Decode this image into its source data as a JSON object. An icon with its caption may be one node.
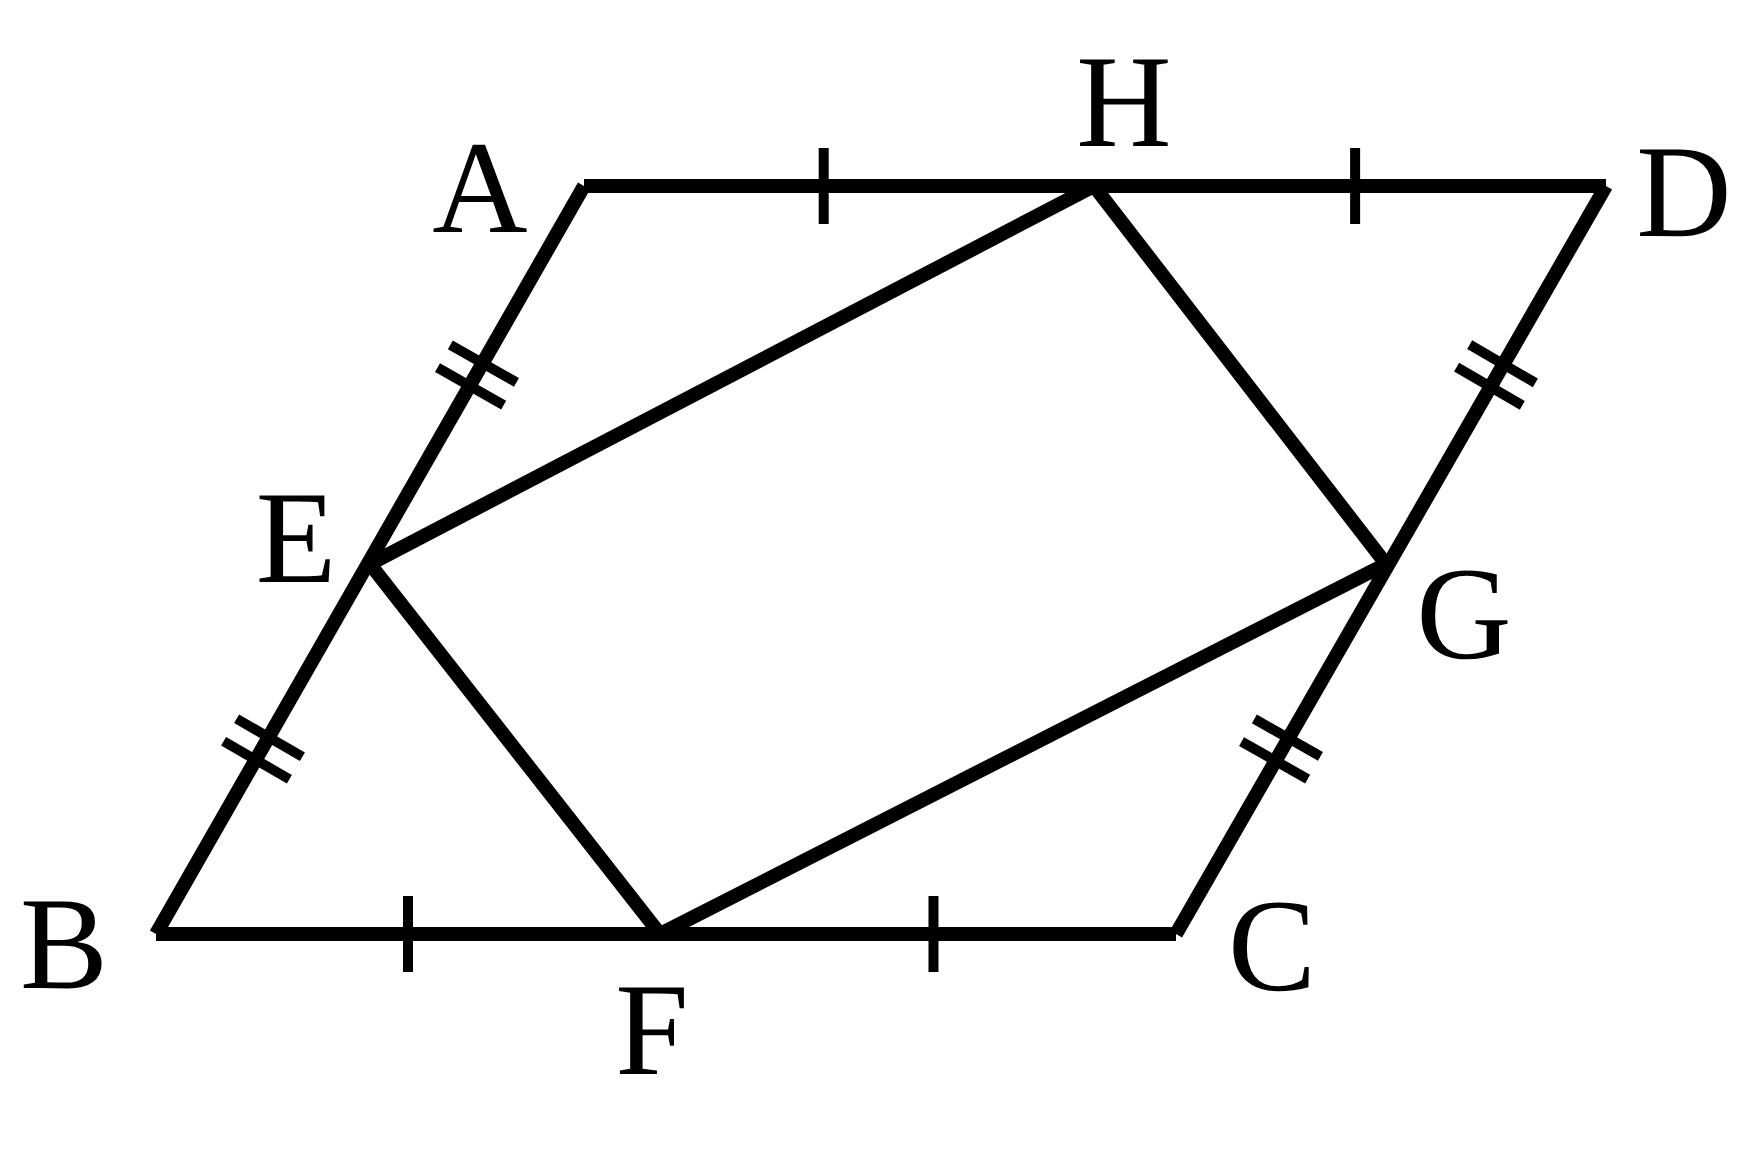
{
  "diagram": {
    "labels": [
      "H",
      "A",
      "D",
      "E",
      "G",
      "B",
      "C",
      "F"
    ]
  }
}
